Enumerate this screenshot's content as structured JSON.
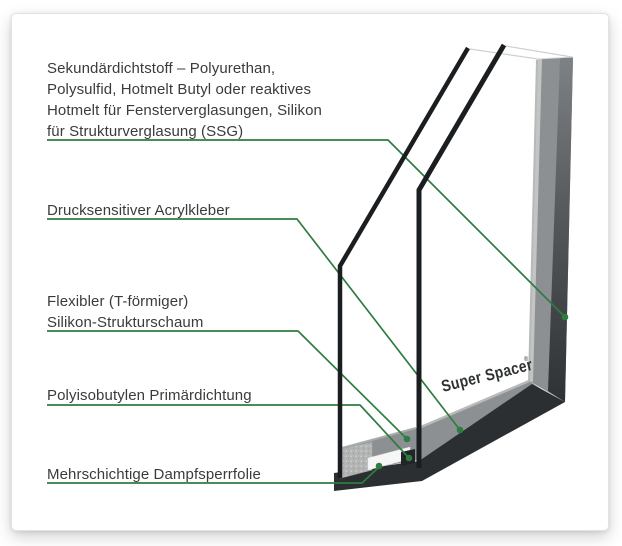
{
  "labels": [
    {
      "id": "secondary-sealant",
      "lines": [
        "Sekundärdichtstoff – Polyurethan,",
        "Polysulfid, Hotmelt Butyl oder reaktives",
        "Hotmelt für Fensterverglasungen, Silikon",
        "für Strukturverglasung (SSG)"
      ]
    },
    {
      "id": "acrylic-adhesive",
      "lines": [
        "Drucksensitiver Acrylkleber"
      ]
    },
    {
      "id": "silicone-foam",
      "lines": [
        "Flexibler (T-förmiger)",
        "Silikon-Strukturschaum"
      ]
    },
    {
      "id": "primary-seal",
      "lines": [
        "Polyisobutylen Primärdichtung"
      ]
    },
    {
      "id": "vapor-barrier",
      "lines": [
        "Mehrschichtige Dampfsperrfolie"
      ]
    }
  ],
  "diagram": {
    "brand": "Super Spacer",
    "registered_mark": "®"
  },
  "colors": {
    "leader_green": "#2f7c40",
    "glass_dark": "#1b1e20",
    "spacer_gray": "#8d9092",
    "spacer_light_edge": "#c2c5c4",
    "seal_dark": "#2b2f31",
    "foam_gray": "#b2b5b4",
    "film_white": "#f5f6f5",
    "brand_text": "#2f3234",
    "label_text": "#3b3b3b"
  }
}
